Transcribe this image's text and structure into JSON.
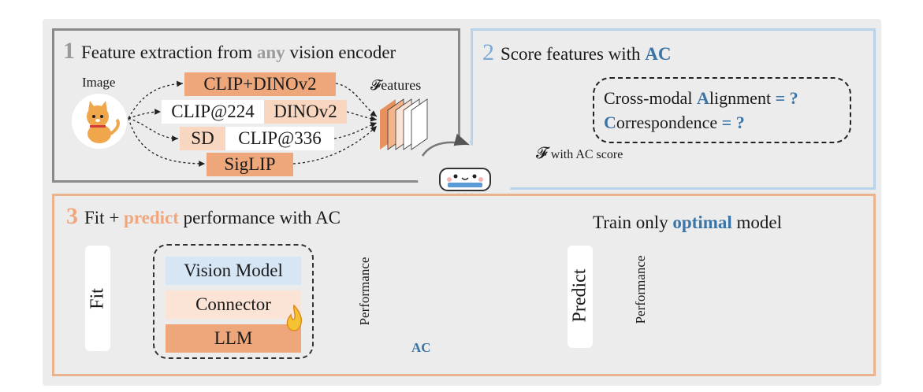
{
  "panel1": {
    "number": "1",
    "title_pre": "Feature extraction from ",
    "title_highlight": "any",
    "title_post": " vision encoder",
    "image_label": "Image",
    "encoders": [
      "CLIP+DINOv2",
      "CLIP@224",
      "DINOv2",
      "SD",
      "CLIP@336",
      "SigLIP"
    ],
    "features_label": "𝓕eatures"
  },
  "panel2": {
    "number": "2",
    "title_pre": "Score features with ",
    "title_highlight": "AC",
    "line1_pre": "Cross-modal ",
    "line1_letter": "A",
    "line1_post": "lignment ",
    "line1_q": "= ?",
    "line2_letter": "C",
    "line2_post": "orrespondence ",
    "line2_q": "= ?",
    "caption_symbol": "𝓕",
    "caption_text": " with AC score"
  },
  "panel3": {
    "number": "3",
    "title_pre": "Fit + ",
    "title_highlight": "predict",
    "title_post": " performance with AC",
    "fit_label": "Fit",
    "stack": [
      "Vision Model",
      "Connector",
      "LLM"
    ],
    "plot_ylabel": "Performance",
    "plot_xlabel": "AC",
    "predict_label": "Predict",
    "train_pre": "Train only ",
    "train_highlight": "optimal",
    "train_post": " model",
    "plot2_ylabel": "Performance"
  },
  "colors": {
    "orange": "#eea77b",
    "light_orange": "#f8d6c0",
    "very_light_orange": "#fbe4d6",
    "blue_accent": "#3b74a6",
    "light_blue": "#d6e6f5"
  }
}
